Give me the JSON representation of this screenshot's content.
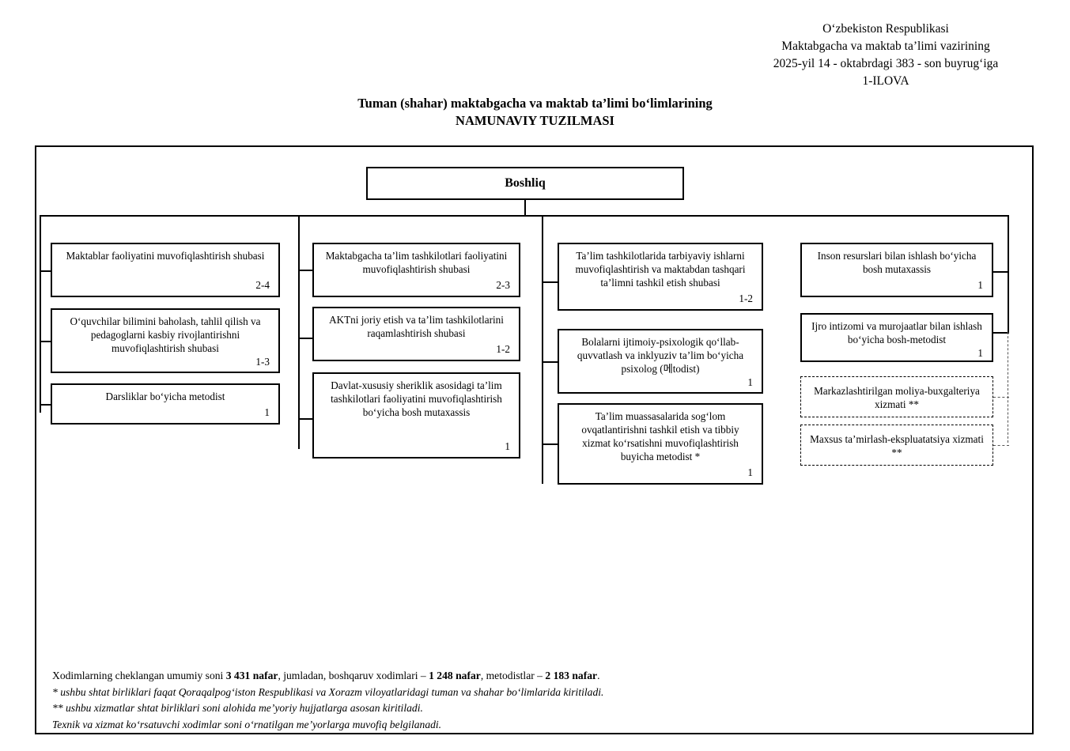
{
  "header": {
    "lines": [
      "O‘zbekiston Respublikasi",
      "Maktabgacha va maktab ta’limi vazirining",
      "2025-yil 14 - oktabrdagi 383 - son buyrug‘iga",
      "1-ILOVA"
    ]
  },
  "title": {
    "line1": "Tuman (shahar) maktabgacha va maktab ta’limi bo‘limlarining",
    "line2": "NAMUNAVIY TUZILMASI"
  },
  "org_chart": {
    "root": {
      "label": "Boshliq"
    },
    "columns": [
      {
        "name": "column-1",
        "units": [
          {
            "text": "Maktablar faoliyatini muvofiqlashtirish shubasi",
            "count": "2-4",
            "dashed": false
          },
          {
            "text": "O‘quvchilar bilimini baholash, tahlil qilish va pedagoglarni kasbiy rivojlantirishni muvofiqlashtirish shubasi",
            "count": "1-3",
            "dashed": false
          },
          {
            "text": "Darsliklar bo‘yicha metodist",
            "count": "1",
            "dashed": false
          }
        ]
      },
      {
        "name": "column-2",
        "units": [
          {
            "text": "Maktabgacha ta’lim tashkilotlari faoliyatini muvofiqlashtirish shubasi",
            "count": "2-3",
            "dashed": false
          },
          {
            "text": "AKTni joriy etish va ta’lim tashkilotlarini raqamlashtirish shubasi",
            "count": "1-2",
            "dashed": false
          },
          {
            "text": "Davlat-xususiy sheriklik asosidagi ta’lim tashkilotlari faoliyatini muvofiqlashtirish bo‘yicha bosh mutaxassis",
            "count": "1",
            "dashed": false
          }
        ]
      },
      {
        "name": "column-3",
        "units": [
          {
            "text": "Ta’lim tashkilotlarida tarbiyaviy ishlarni muvofiqlashtirish va maktabdan tashqari ta’limni tashkil etish shubasi",
            "count": "1-2",
            "dashed": false
          },
          {
            "text": "Bolalarni ijtimoiy-psixologik qo‘llab-quvvatlash va inklyuziv ta’lim bo‘yicha psixolog (메todist)",
            "count": "1",
            "dashed": false
          },
          {
            "text": "Ta’lim muassasalarida sog‘lom ovqatlantirishni tashkil etish va tibbiy xizmat ko‘rsatishni muvofiqlashtirish buyicha metodist *",
            "count": "1",
            "dashed": false
          }
        ]
      },
      {
        "name": "column-4",
        "units": [
          {
            "text": "Inson resurslari bilan ishlash bo‘yicha bosh mutaxassis",
            "count": "1",
            "dashed": false
          },
          {
            "text": "Ijro intizomi va murojaatlar bilan ishlash bo‘yicha bosh-metodist",
            "count": "1",
            "dashed": false
          },
          {
            "text": "Markazlashtirilgan moliya-buxgalteriya xizmati **",
            "count": "",
            "dashed": true
          },
          {
            "text": "Maxsus ta’mirlash-ekspluatatsiya xizmati **",
            "count": "",
            "dashed": true
          }
        ]
      }
    ]
  },
  "footer": {
    "total_line": {
      "prefix": "Xodimlarning cheklangan umumiy soni ",
      "total": "3 431 nafar",
      "mid1": ", jumladan, boshqaruv xodimlari – ",
      "managers": "1 248 nafar",
      "mid2": ", metodistlar – ",
      "methodists": "2 183 nafar",
      "suffix": "."
    },
    "note1": "* ushbu shtat birliklari faqat Qoraqalpog‘iston Respublikasi va Xorazm viloyatlaridagi tuman va shahar bo‘limlarida kiritiladi.",
    "note2": "** ushbu xizmatlar shtat birliklari soni alohida me’yoriy hujjatlarga asosan kiritiladi.",
    "note3": "Texnik va xizmat ko‘rsatuvchi xodimlar soni o‘rnatilgan me’yorlarga muvofiq belgilanadi."
  }
}
